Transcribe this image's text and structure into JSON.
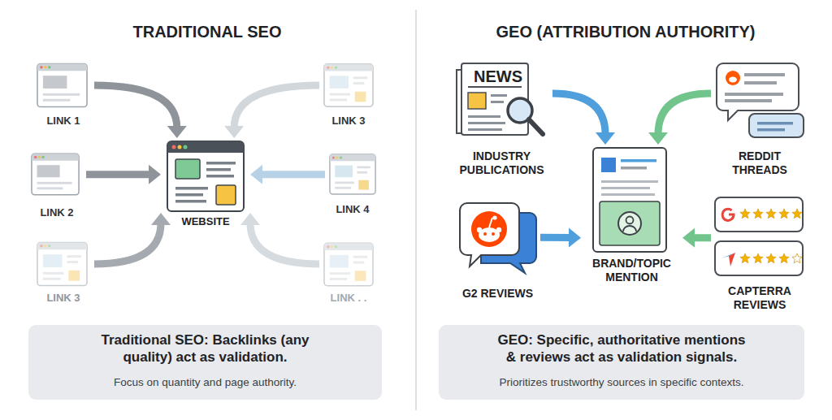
{
  "diagram": {
    "nodes": [
      {
        "text": [
          "LINK 1"
        ]
      },
      {
        "text": [
          "LINK 3"
        ]
      },
      {
        "text": [
          "LINK 2"
        ]
      },
      {
        "text": [
          "WEBSITE"
        ]
      },
      {
        "text": [
          "LINK 4"
        ]
      },
      {
        "text": [
          "LINK 3"
        ]
      },
      {
        "text": [
          "LINK . ."
        ]
      },
      {
        "text": [
          "Traditional SEO: Backlinks (any quality) act as validation.",
          "Focus on quantity and page authority."
        ]
      },
      {
        "text": [
          "NEWS",
          "INDUSTRY PUBLICATIONS"
        ]
      },
      {
        "text": [
          "REDDIT THREADS"
        ]
      },
      {
        "text": [
          "G2 REVIEWS"
        ]
      },
      {
        "text": [
          "BRAND/TOPIC MENTION"
        ]
      },
      {
        "text": [
          "CAPTERRA REVIEWS"
        ]
      },
      {
        "text": [
          "GEO: Specific, authoritative mentions & reviews act as validation signals.",
          "Prioritizes trustworthy sources in specific contexts."
        ]
      }
    ],
    "edges": [
      {
        "from": 0,
        "to": 3,
        "arrow": "to"
      },
      {
        "from": 1,
        "to": 3,
        "arrow": "to"
      },
      {
        "from": 2,
        "to": 3,
        "arrow": "to"
      },
      {
        "from": 4,
        "to": 3,
        "arrow": "to"
      },
      {
        "from": 5,
        "to": 3,
        "arrow": "to"
      },
      {
        "from": 6,
        "to": 3,
        "arrow": "to"
      },
      {
        "from": 8,
        "to": 11,
        "arrow": "to"
      },
      {
        "from": 9,
        "to": 11,
        "arrow": "to"
      },
      {
        "from": 10,
        "to": 11,
        "arrow": "to"
      },
      {
        "from": 12,
        "to": 11,
        "arrow": "to"
      }
    ],
    "labels": [
      "TRADITIONAL SEO",
      "GEO (ATTRIBUTION AUTHORITY)"
    ]
  }
}
